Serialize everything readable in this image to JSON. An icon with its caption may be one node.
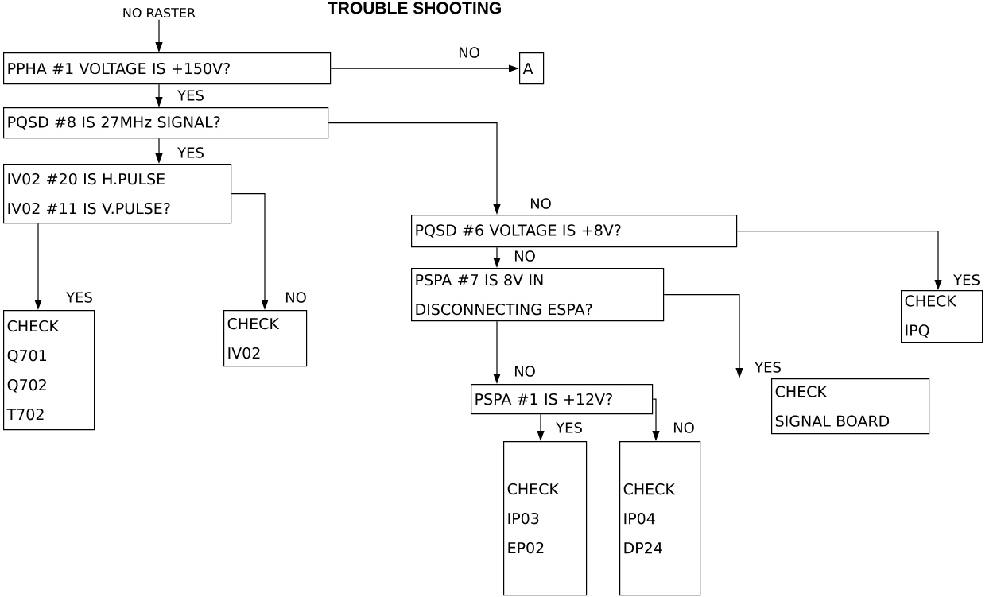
{
  "diagram": {
    "title": "TROUBLE SHOOTING",
    "nodes": [
      {
        "text": [
          "NO RASTER"
        ]
      },
      {
        "text": [
          "PPHA #1 VOLTAGE IS +150V?"
        ]
      },
      {
        "text": [
          "A"
        ]
      },
      {
        "text": [
          "PQSD #8 IS 27MHz SIGNAL?"
        ]
      },
      {
        "text": [
          "IV02 #20 IS H.PULSE",
          "IV02 #11 IS V.PULSE?"
        ]
      },
      {
        "text": [
          "PQSD #6 VOLTAGE IS +8V?"
        ]
      },
      {
        "text": [
          "CHECK",
          "Q701",
          "Q702",
          "T702"
        ]
      },
      {
        "text": [
          "CHECK",
          "IV02"
        ]
      },
      {
        "text": [
          "PSPA #7 IS 8V IN DISCONNECTING ESPA?"
        ]
      },
      {
        "text": [
          "CHECK",
          "IPQ"
        ]
      },
      {
        "text": [
          "PSPA #1 IS +12V?"
        ]
      },
      {
        "text": [
          "CHECK",
          "SIGNAL BOARD"
        ]
      },
      {
        "text": [
          "CHECK",
          "IP03",
          "EP02"
        ]
      },
      {
        "text": [
          "CHECK",
          "IP04",
          "DP24"
        ]
      }
    ],
    "edges": [
      {
        "from": 0,
        "to": 1,
        "arrow": "to"
      },
      {
        "from": 1,
        "to": 2,
        "arrow": "to",
        "label": "NO"
      },
      {
        "from": 1,
        "to": 3,
        "arrow": "to",
        "label": "YES"
      },
      {
        "from": 3,
        "to": 4,
        "arrow": "to",
        "label": "YES"
      },
      {
        "from": 3,
        "to": 5,
        "arrow": "to",
        "label": "NO"
      },
      {
        "from": 4,
        "to": 6,
        "arrow": "to",
        "label": "YES"
      },
      {
        "from": 4,
        "to": 7,
        "arrow": "to",
        "label": "NO"
      },
      {
        "from": 5,
        "to": 8,
        "arrow": "to",
        "label": "NO"
      },
      {
        "from": 5,
        "to": 9,
        "arrow": "to",
        "label": "YES"
      },
      {
        "from": 8,
        "to": 10,
        "arrow": "to",
        "label": "NO"
      },
      {
        "from": 8,
        "to": 11,
        "arrow": "to",
        "label": "YES"
      },
      {
        "from": 10,
        "to": 12,
        "arrow": "to",
        "label": "YES"
      },
      {
        "from": 10,
        "to": 13,
        "arrow": "to",
        "label": "NO"
      }
    ]
  }
}
